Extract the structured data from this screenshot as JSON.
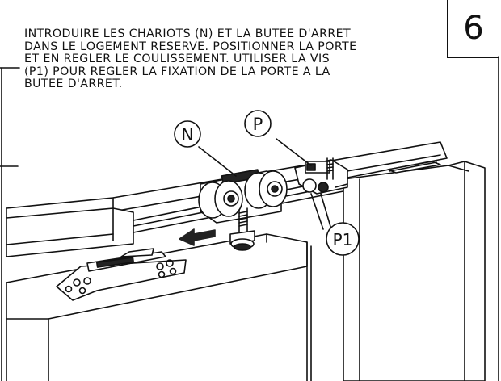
{
  "step": {
    "number": "6"
  },
  "instruction": {
    "lines": [
      "INTRODUIRE LES CHARIOTS (N) ET LA BUTEE D'ARRET",
      "DANS LE LOGEMENT RESERVE. POSITIONNER LA PORTE",
      "ET EN REGLER LE COULISSEMENT. UTILISER LA VIS",
      "(P1) POUR REGLER LA FIXATION DE LA PORTE A LA",
      "BUTEE D'ARRET."
    ]
  },
  "callouts": {
    "n": "N",
    "p": "P",
    "p1": "P1"
  }
}
